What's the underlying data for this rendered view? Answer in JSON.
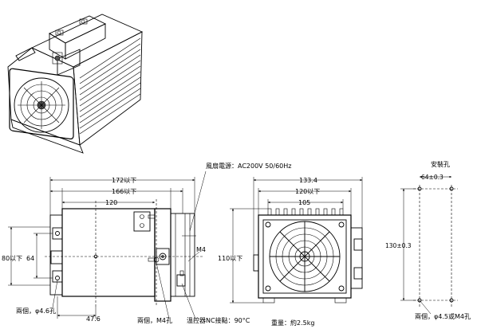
{
  "labels": {
    "fan_power": "風扇電源：AC200V 50/60Hz",
    "mounting_holes": "安裝孔",
    "thermostat": "溫控器NC接點：90°C",
    "weight": "重量：約2.5kg",
    "two_holes_46": "兩個，φ4.6孔",
    "two_m4": "兩個，M4孔",
    "two_holes_45_m4": "兩個，φ4.5或M4孔",
    "m4": "M4"
  },
  "dimensions": {
    "d172": "172以下",
    "d166": "166以下",
    "d120": "120",
    "d80": "80以下",
    "d64": "64",
    "d47_6": "47.6",
    "d133_4": "133.4",
    "d120max": "120以下",
    "d105": "105",
    "d110": "110以下",
    "d64pm": "64±0.3",
    "d130pm": "130±0.3"
  }
}
